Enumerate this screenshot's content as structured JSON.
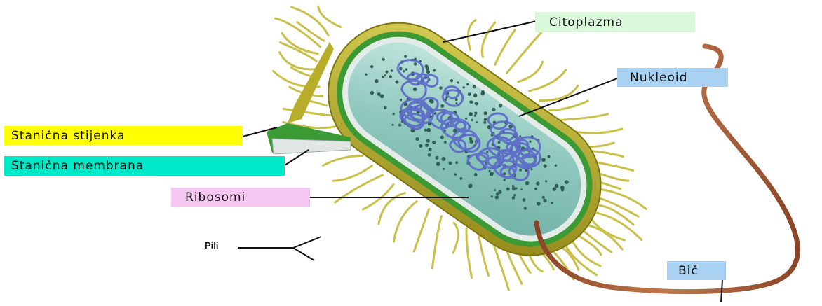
{
  "labels": {
    "citoplazma": "Citoplazma",
    "nukleoid": "Nukleoid",
    "stanicna_stijenka": "Stanična stijenka",
    "stanicna_membrana": "Stanična membrana",
    "ribosomi": "Ribosomi",
    "pili": "Pili",
    "bic": "Bič"
  },
  "colors": {
    "citoplazma_bg": "#d9f7d9",
    "nukleoid_bg": "#a9d1f2",
    "stijenka_bg": "#ffff00",
    "membrana_bg": "#00e8c8",
    "ribosomi_bg": "#f6c6f2",
    "bic_bg": "#a9d1f2",
    "cell_wall": "#b7ad2b",
    "membrane": "#3c9a35",
    "cytoplasm": "#9fd3c9",
    "nucleoid_dna": "#5b68c9",
    "flagellum": "#a65a35",
    "pili": "#c9c04a"
  }
}
